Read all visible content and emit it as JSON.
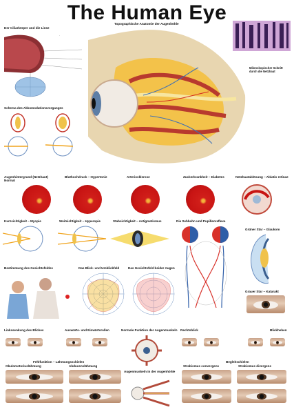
{
  "title": "The Human Eye",
  "sections": {
    "ciliary": "Der Ciliarkörper und die Linse",
    "topographic": "Topographische Anatomie der Augenhöhle",
    "microscopic": "Mikroskopischer Schnitt durch die Netzhaut",
    "accommodation": "Schema des Akkomodationsvorganges",
    "fundus_normal": "Augenhintergrund (Netzhaut) Normal",
    "hypertonia": "Bluthochdruck – Hypertonie",
    "arteriosclerosis": "Arteriosklerose",
    "diabetes": "Zuckerkrankheit – Diabetes",
    "retinal_detachment": "Netzhautablösung – Ablatio retinae",
    "myopia": "Kurzsichtigkeit – Myopie",
    "hyperopia": "Weitsichtigkeit – Hyperopie",
    "astigmatism": "Stabsichtigkeit – Astigmatismus",
    "visual_pathway": "Die Sehbahn und Pupillenreflexe",
    "glaucoma": "Grüner Star – Glaukom",
    "visual_field": "Bestimmung des Gesichtsfeldes",
    "gaze_field": "Das Blick- und Umblickfeld",
    "both_eyes_field": "Das Gesichtsfeld beider Augen",
    "cataract": "Grauer Star – Katarakt",
    "left_gaze": "Linkssenkung des Blickes",
    "rotation": "Auswärts- und Einwärtsrollen",
    "muscle_function": "Normale Funktion der Augenmuskeln",
    "right_gaze": "Rechtsblick",
    "gaze_up": "Blickheben",
    "paralysis": "Fehlfunktion – Lähmungsschielen",
    "oculomotor": "Okulomotoriuslähmung",
    "abducens": "Abducenslähmung",
    "orbit_muscles": "Augenmuskeln in der Augenhöhle",
    "strabismus": "Begleitschielen",
    "convergens": "Strabismus convergens",
    "divergens": "Strabismus divergens"
  },
  "colors": {
    "fundus_red": "#c81413",
    "optic_disc": "#f4b23a",
    "schema_blue": "#6c8fc0",
    "pathway_red": "#d8312a",
    "pathway_blue": "#2f5ea8",
    "muscle": "#b24a3a"
  }
}
